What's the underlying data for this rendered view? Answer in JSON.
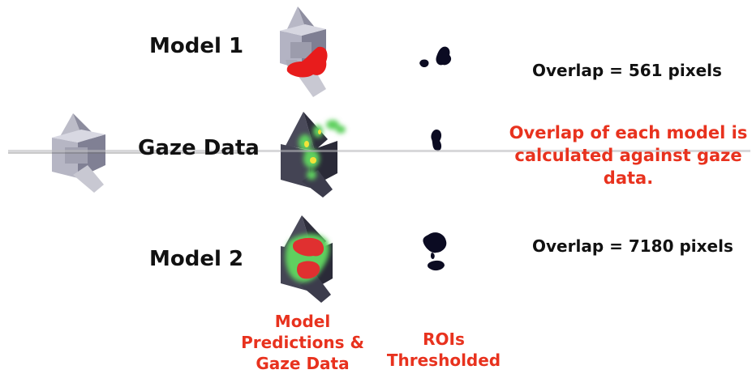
{
  "rows": {
    "model1": "Model 1",
    "gaze": "Gaze Data",
    "model2": "Model 2"
  },
  "overlaps": {
    "model1": "Overlap = 561 pixels",
    "model2": "Overlap = 7180 pixels"
  },
  "note": {
    "line1": "Overlap of each model is",
    "line2": "calculated against gaze",
    "line3": "data."
  },
  "columns": {
    "predictions_line1": "Model",
    "predictions_line2": "Predictions &",
    "predictions_line3": "Gaze Data",
    "rois_line1": "ROIs",
    "rois_line2": "Thresholded"
  },
  "colors": {
    "accent_red": "#e8321e",
    "text": "#111111",
    "roi": "#0b0b22",
    "heat_red": "#e03030",
    "heat_green": "#4fc44f"
  }
}
